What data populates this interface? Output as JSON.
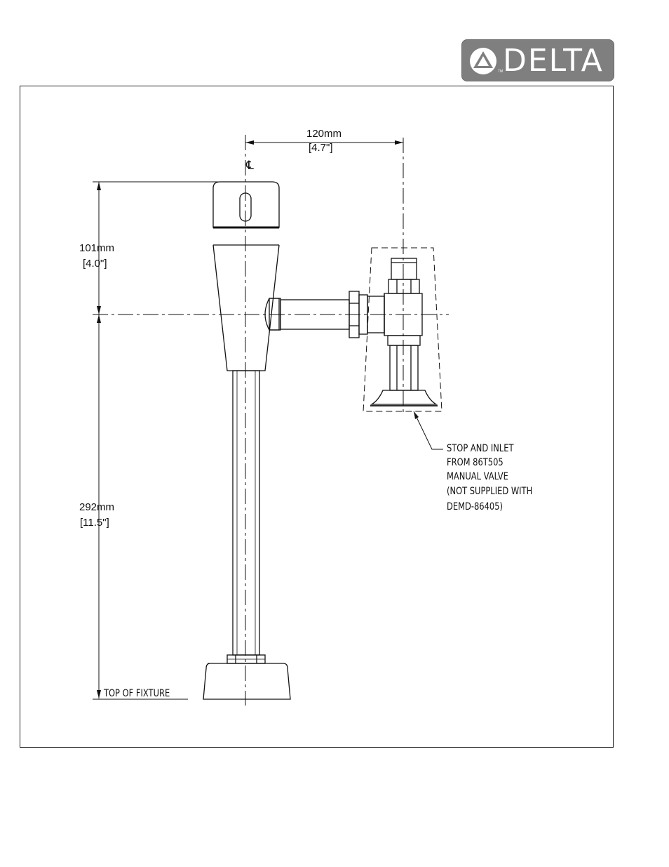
{
  "brand": {
    "name": "DELTA",
    "trademark": "TM",
    "colors": {
      "badge": "#7f7f7f",
      "text": "#ffffff"
    }
  },
  "drawing": {
    "centerline_symbol": "℄",
    "dimensions": {
      "horizontal_offset": {
        "metric": "120mm",
        "imperial": "[4.7\"]"
      },
      "upper_height": {
        "metric": "101mm",
        "imperial": "[4.0\"]"
      },
      "lower_height": {
        "metric": "292mm",
        "imperial": "[11.5\"]"
      }
    },
    "labels": {
      "reference_line": "TOP OF FIXTURE",
      "callout_lines": [
        "STOP AND INLET",
        "FROM 86T505",
        "MANUAL VALVE",
        "(NOT SUPPLIED WITH",
        "DEMD-86405)"
      ]
    }
  }
}
